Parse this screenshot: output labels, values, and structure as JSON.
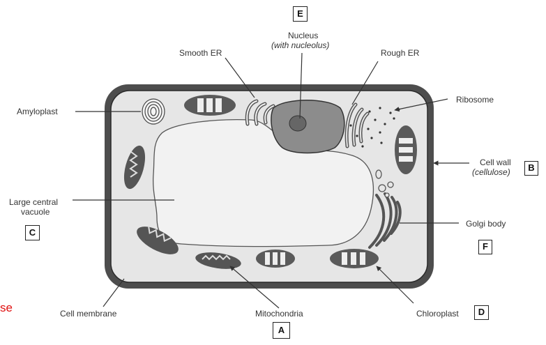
{
  "labels": {
    "nucleus": "Nucleus",
    "nucleus_note": "(with nucleolus)",
    "smooth_er": "Smooth ER",
    "rough_er": "Rough ER",
    "ribosome": "Ribosome",
    "amyloplast": "Amyloplast",
    "cell_wall": "Cell wall",
    "cell_wall_note": "(cellulose)",
    "large_central_vacuole_line1": "Large central",
    "large_central_vacuole_line2": "vacuole",
    "golgi_body": "Golgi body",
    "cell_membrane": "Cell membrane",
    "mitochondria": "Mitochondria",
    "chloroplast": "Chloroplast"
  },
  "boxes": {
    "a": "A",
    "b": "B",
    "c": "C",
    "d": "D",
    "e": "E",
    "f": "F"
  },
  "edge_text": "se",
  "colors": {
    "cell_wall": "#4d4d4d",
    "cytoplasm": "#e6e6e6",
    "vacuole": "#f2f2f2",
    "nucleus": "#8c8c8c",
    "nucleolus": "#666666",
    "organelle": "#9a9a9a",
    "edge_text": "#e01010"
  }
}
